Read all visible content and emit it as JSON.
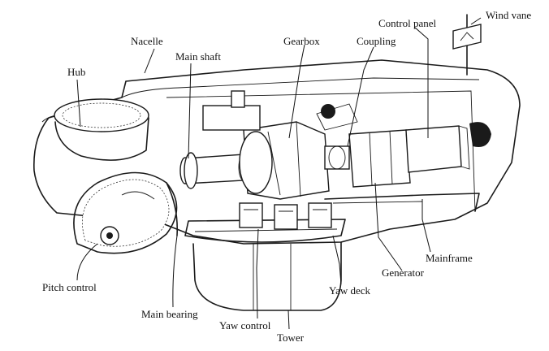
{
  "labels": {
    "wind_vane": "Wind vane",
    "control_panel": "Control panel",
    "nacelle": "Nacelle",
    "gearbox": "Gearbox",
    "coupling": "Coupling",
    "main_shaft": "Main shaft",
    "hub": "Hub",
    "generator": "Generator",
    "mainframe": "Mainframe",
    "yaw_deck": "Yaw deck",
    "pitch_control": "Pitch control",
    "main_bearing": "Main bearing",
    "yaw_control": "Yaw control",
    "tower": "Tower"
  }
}
